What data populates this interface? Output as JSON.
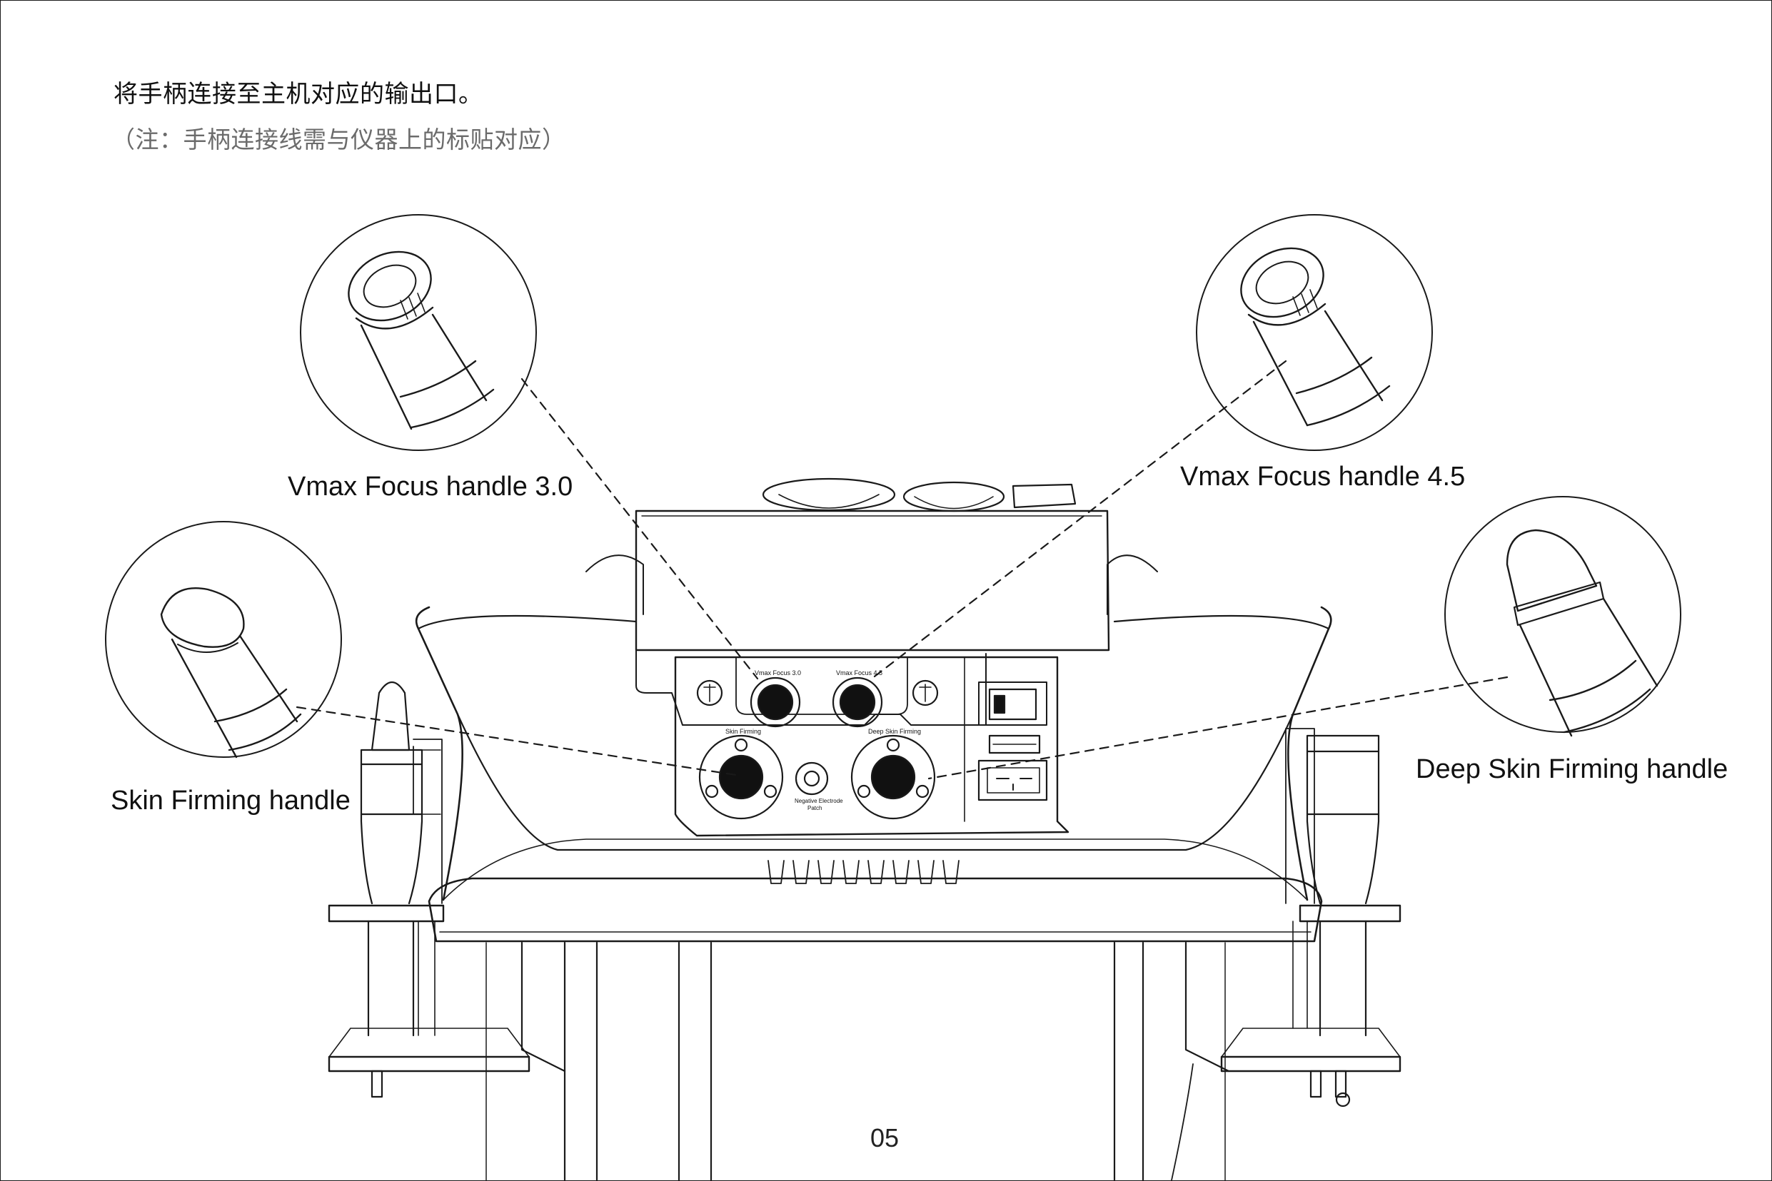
{
  "heading": {
    "title": "将手柄连接至主机对应的输出口。",
    "note": "（注：手柄连接线需与仪器上的标贴对应）"
  },
  "callouts": {
    "vmax_30": "Vmax Focus handle 3.0",
    "vmax_45": "Vmax Focus handle 4.5",
    "skin_firming": "Skin Firming handle",
    "deep_skin_firming": "Deep Skin Firming handle"
  },
  "panel_labels": {
    "port_vmax_30": "Vmax Focus 3.0",
    "port_vmax_45": "Vmax Focus 4.5",
    "port_skin_firming": "Skin Firming",
    "port_deep_skin_firming": "Deep Skin Firming",
    "port_negative_electrode_line1": "Negative Electrode",
    "port_negative_electrode_line2": "Patch"
  },
  "page_number": "05"
}
